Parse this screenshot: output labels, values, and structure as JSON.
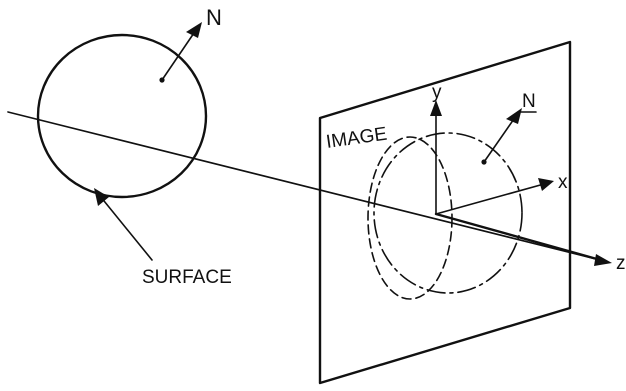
{
  "diagram": {
    "labels": {
      "surface_normal": "N",
      "surface": "SURFACE",
      "image_plane": "IMAGE",
      "image_normal": "N",
      "axis_y": "y",
      "axis_x": "x",
      "axis_z": "z"
    },
    "colors": {
      "ink": "#111111",
      "background": "#ffffff"
    }
  }
}
